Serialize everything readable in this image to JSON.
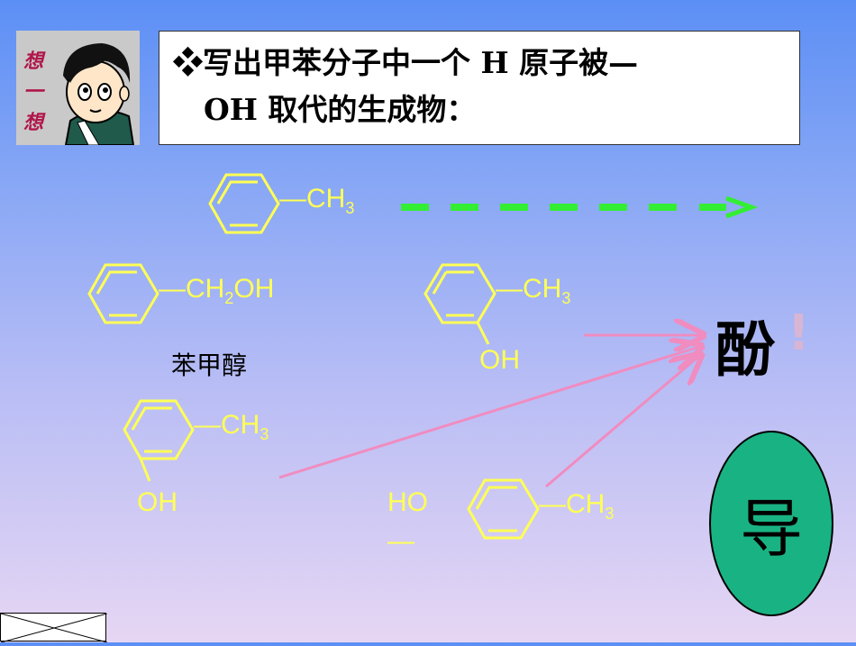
{
  "title": {
    "bullet": "❖",
    "line1": "写出甲苯分子中一个 H 原子被—",
    "line2": "OH 取代的生成物："
  },
  "mascot": {
    "caption": "想一想"
  },
  "toluene": {
    "substituent": "—CH",
    "sub": "3"
  },
  "benzyl_alcohol": {
    "substituent_a": "—CH",
    "sub": "2",
    "substituent_b": "OH",
    "name": "苯甲醇"
  },
  "ortho_cresol_1": {
    "methyl": "—CH",
    "sub": "3",
    "hydroxyl": "OH"
  },
  "ortho_cresol_2": {
    "methyl": "—CH",
    "sub": "3",
    "hydroxyl": "OH"
  },
  "para_cresol": {
    "hydroxyl": "HO",
    "dash": "—",
    "methyl": "—CH",
    "sub": "3"
  },
  "result": {
    "phenol": "酚",
    "exclaim": "!"
  },
  "guide_button": {
    "label": "导"
  },
  "colors": {
    "structure": "#ffff55",
    "arrow_dash": "#33ee33",
    "arrow_pink": "#f08cc0",
    "oval": "#19b383"
  }
}
